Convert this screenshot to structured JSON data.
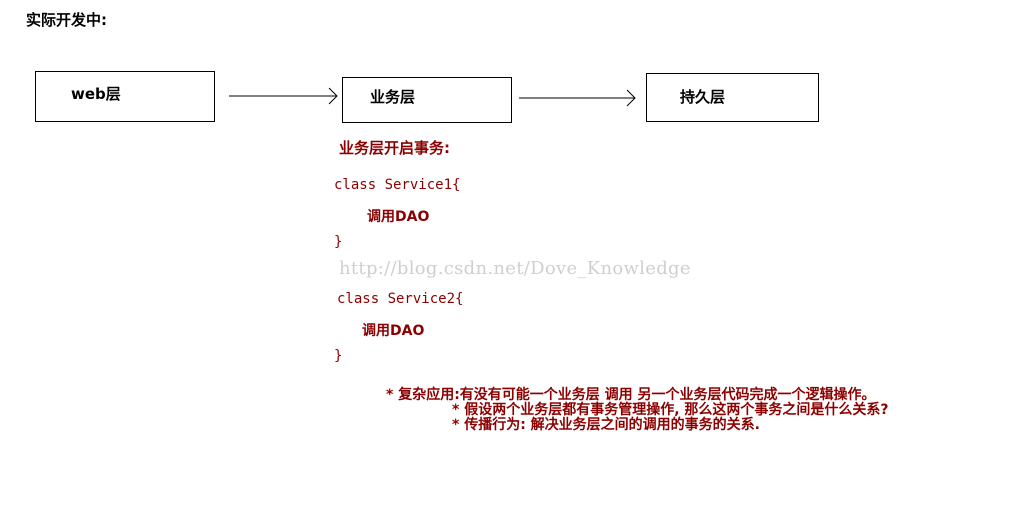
{
  "heading": "实际开发中:",
  "layers": {
    "web": "web层",
    "service": "业务层",
    "persistence": "持久层"
  },
  "transaction_title": "业务层开启事务:",
  "code": {
    "service1_open": "class Service1{",
    "service1_body": "调用DAO",
    "service1_close": "}",
    "service2_open": "class Service2{",
    "service2_body": "调用DAO",
    "service2_close": "}"
  },
  "watermark": "http://blog.csdn.net/Dove_Knowledge",
  "notes": {
    "note1": "* 复杂应用:有没有可能一个业务层 调用 另一个业务层代码完成一个逻辑操作。",
    "note2": "* 假设两个业务层都有事务管理操作, 那么这两个事务之间是什么关系?",
    "note3": "* 传播行为: 解决业务层之间的调用的事务的关系."
  },
  "colors": {
    "text_dark_red": "#8b0000",
    "watermark_gray": "#cfcfcf",
    "border": "#000000"
  },
  "icons": [
    "arrow-right-icon",
    "arrow-right-icon"
  ]
}
